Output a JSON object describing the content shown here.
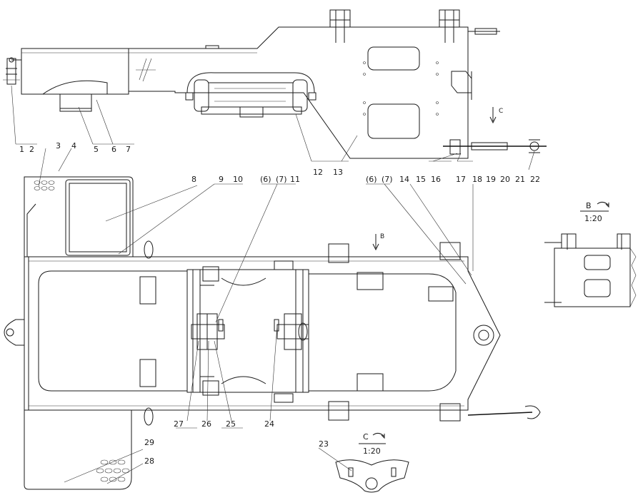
{
  "colors": {
    "line": "#1a1a1a",
    "background": "#ffffff"
  },
  "leaders": {
    "top": [
      {
        "id": "1",
        "text": "1"
      },
      {
        "id": "2",
        "text": "2"
      },
      {
        "id": "5",
        "text": "5"
      },
      {
        "id": "6",
        "text": "6"
      },
      {
        "id": "7",
        "text": "7"
      },
      {
        "id": "12",
        "text": "12"
      },
      {
        "id": "13",
        "text": "13"
      },
      {
        "id": "14",
        "text": "14"
      },
      {
        "id": "15",
        "text": "15"
      },
      {
        "id": "16",
        "text": "16"
      },
      {
        "id": "17",
        "text": "17"
      },
      {
        "id": "18",
        "text": "18"
      },
      {
        "id": "19",
        "text": "19"
      },
      {
        "id": "20",
        "text": "20"
      },
      {
        "id": "21",
        "text": "21"
      },
      {
        "id": "22",
        "text": "22"
      }
    ],
    "mid": [
      {
        "id": "3",
        "text": "3"
      },
      {
        "id": "4",
        "text": "4"
      },
      {
        "id": "8",
        "text": "8"
      },
      {
        "id": "9",
        "text": "9"
      },
      {
        "id": "10",
        "text": "10"
      },
      {
        "id": "6a",
        "text": "(6)"
      },
      {
        "id": "7a",
        "text": "(7)"
      },
      {
        "id": "11",
        "text": "11"
      },
      {
        "id": "6b",
        "text": "(6)"
      },
      {
        "id": "7b",
        "text": "(7)"
      }
    ],
    "bottom": [
      {
        "id": "27",
        "text": "27"
      },
      {
        "id": "26",
        "text": "26"
      },
      {
        "id": "25",
        "text": "25"
      },
      {
        "id": "24",
        "text": "24"
      },
      {
        "id": "29",
        "text": "29"
      },
      {
        "id": "28",
        "text": "28"
      },
      {
        "id": "23",
        "text": "23"
      }
    ]
  },
  "views": {
    "b_arrow": "B",
    "c_arrow": "C",
    "detail_b": {
      "letter": "B",
      "scale": "1:20"
    },
    "detail_c": {
      "letter": "C",
      "scale": "1:20"
    }
  }
}
